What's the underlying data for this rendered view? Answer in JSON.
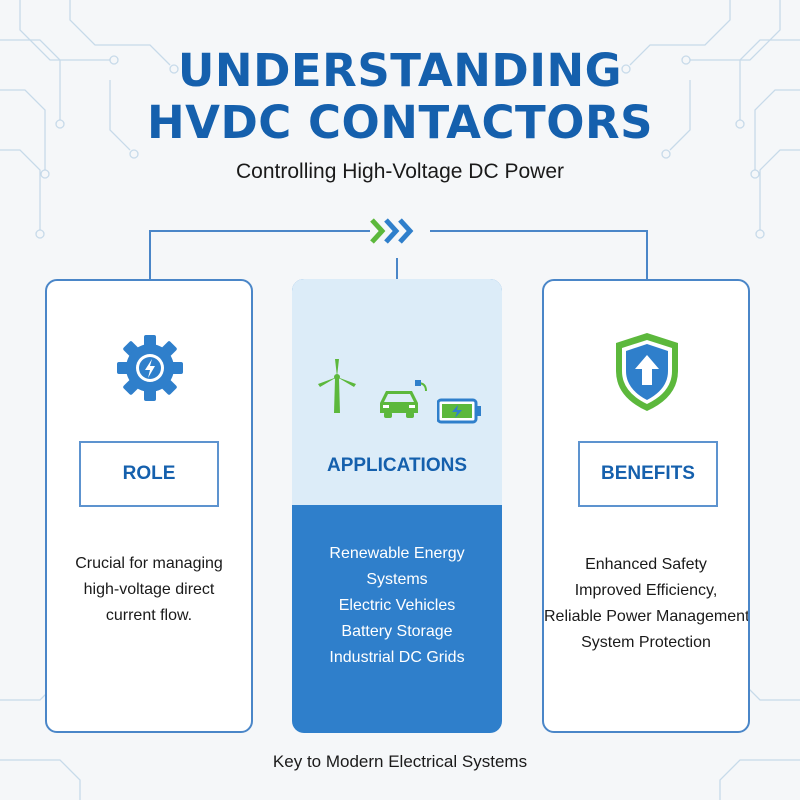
{
  "header": {
    "title_line1": "UNDERSTANDING",
    "title_line2": "HVDC CONTACTORS",
    "subtitle": "Controlling High-Voltage DC Power"
  },
  "cards": {
    "role": {
      "label": "ROLE",
      "icon": "gear-lightning-icon",
      "lines": [
        "Crucial for managing",
        "high-voltage direct",
        "current flow."
      ]
    },
    "applications": {
      "label": "APPLICATIONS",
      "icons": [
        "wind-turbine-icon",
        "electric-car-icon",
        "battery-icon"
      ],
      "items": [
        "Renewable Energy",
        "Systems",
        "Electric Vehicles",
        "Battery Storage",
        "Industrial DC Grids"
      ]
    },
    "benefits": {
      "label": "BENEFITS",
      "icon": "shield-arrow-icon",
      "items": [
        "Enhanced Safety",
        "Improved Efficiency,",
        "Reliable Power Management",
        "System Protection"
      ]
    }
  },
  "footer": "Key to Modern Electrical Systems",
  "colors": {
    "primary_blue": "#1560ad",
    "accent_green": "#5cb83c",
    "card_border": "#4a86c8",
    "apps_fill": "#2f7fcb"
  }
}
